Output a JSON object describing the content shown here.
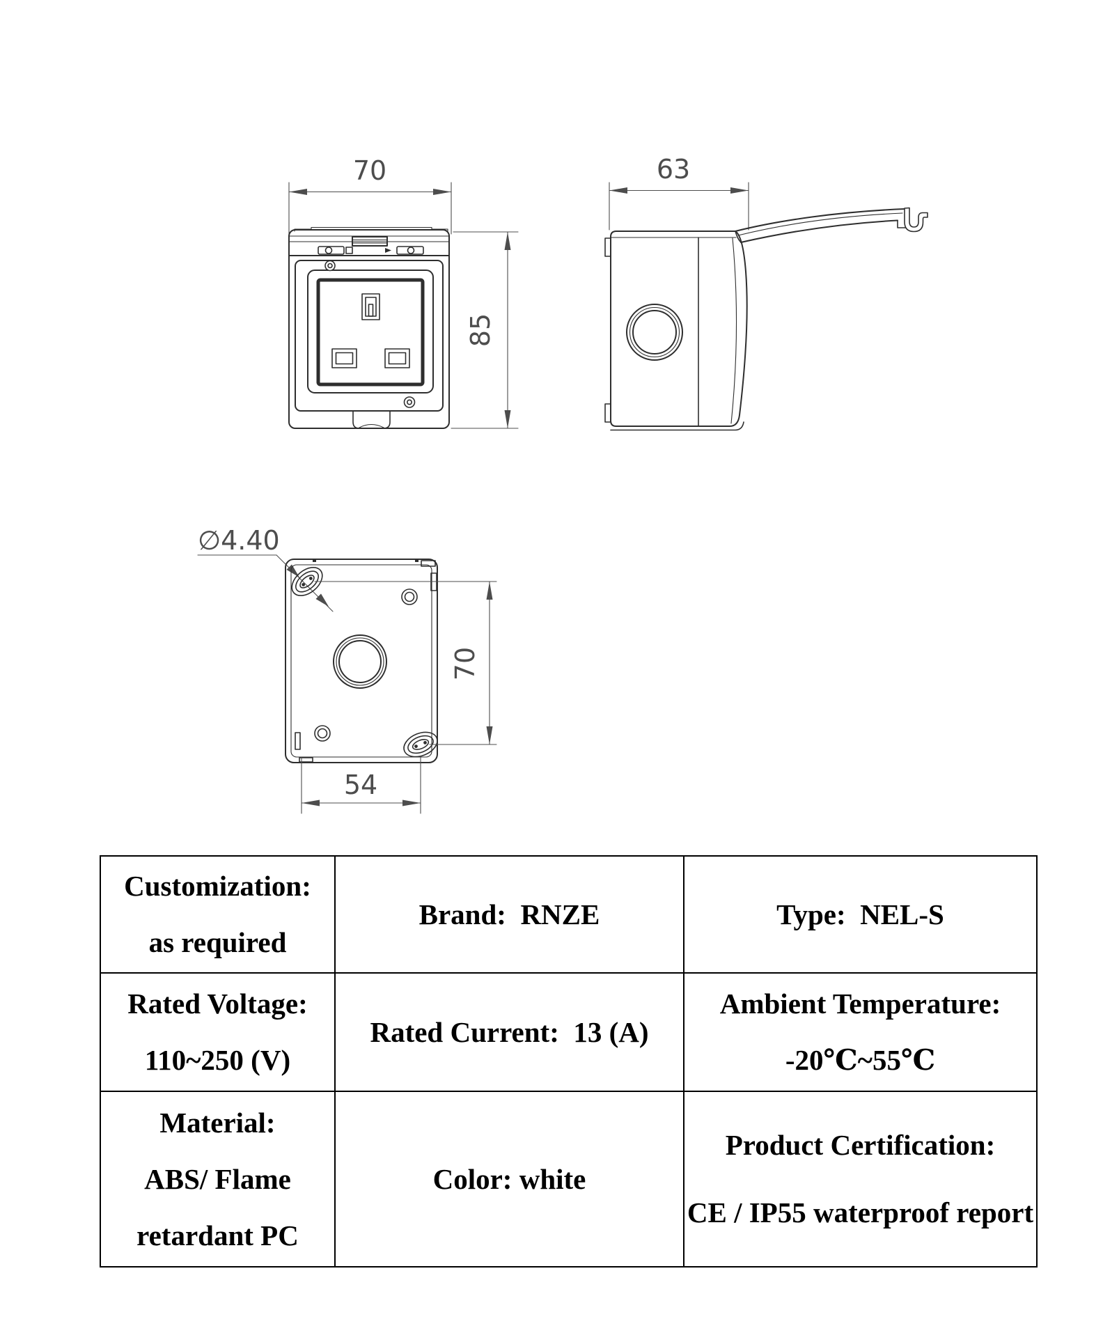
{
  "page": {
    "background_color": "#ffffff",
    "line_color": "#2e2e2e",
    "text_color": "#000000"
  },
  "dimensions": {
    "front_width": "70",
    "front_height": "85",
    "side_depth": "63",
    "mount_hole_diameter": "∅4.40",
    "mount_hole_vertical_spacing": "70",
    "mount_hole_horizontal_spacing": "54"
  },
  "table": {
    "customization_label": "Customization:",
    "customization_value": "as required",
    "brand": "Brand:  RNZE",
    "type": "Type:  NEL-S",
    "rated_voltage_label": "Rated Voltage:",
    "rated_voltage_value": "110~250 (V)",
    "rated_current": "Rated Current:  13 (A)",
    "ambient_temperature_label": "Ambient Temperature:",
    "ambient_temperature_value": "-20℃~55℃",
    "material_label": "Material:",
    "material_value_line1": "ABS/ Flame",
    "material_value_line2": "retardant PC",
    "color": "Color: white",
    "certification_label": "Product Certification:",
    "certification_value": "CE / IP55 waterproof report"
  }
}
